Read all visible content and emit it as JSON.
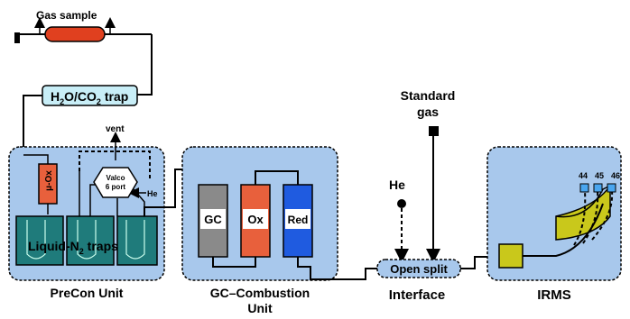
{
  "gas_sample": {
    "label": "Gas sample"
  },
  "trap": {
    "h": "H",
    "sub1": "2",
    "o": "O/CO",
    "sub2": "2",
    "word": " trap"
  },
  "precon": {
    "label": "PreCon Unit",
    "mu_ox": "μ-Ox",
    "vent": "vent",
    "valco_line1": "Valco",
    "valco_line2": "6 port",
    "he": "He",
    "liquid_a": "Liquid-N",
    "liquid_sub": "2",
    "liquid_b": " traps"
  },
  "gc_unit": {
    "label_line1": "GC–Combustion",
    "label_line2": "Unit",
    "columns": [
      {
        "label": "GC",
        "color": "#8a8a8a"
      },
      {
        "label": "Ox",
        "color": "#e8603c"
      },
      {
        "label": "Red",
        "color": "#1f5be0"
      }
    ]
  },
  "interface": {
    "label": "Interface",
    "open_split": "Open split",
    "he": "He",
    "standard_line1": "Standard",
    "standard_line2": "gas"
  },
  "irms": {
    "label": "IRMS",
    "masses": [
      "44",
      "45",
      "46"
    ],
    "magnet_color": "#c9c81b"
  },
  "colors": {
    "unit_fill": "#a8c8ec",
    "sample_fill": "#e0401f",
    "trap_fill": "#c8eef7",
    "liquid_fill": "#1f7b7b",
    "open_split_fill": "#a8c8ec"
  }
}
